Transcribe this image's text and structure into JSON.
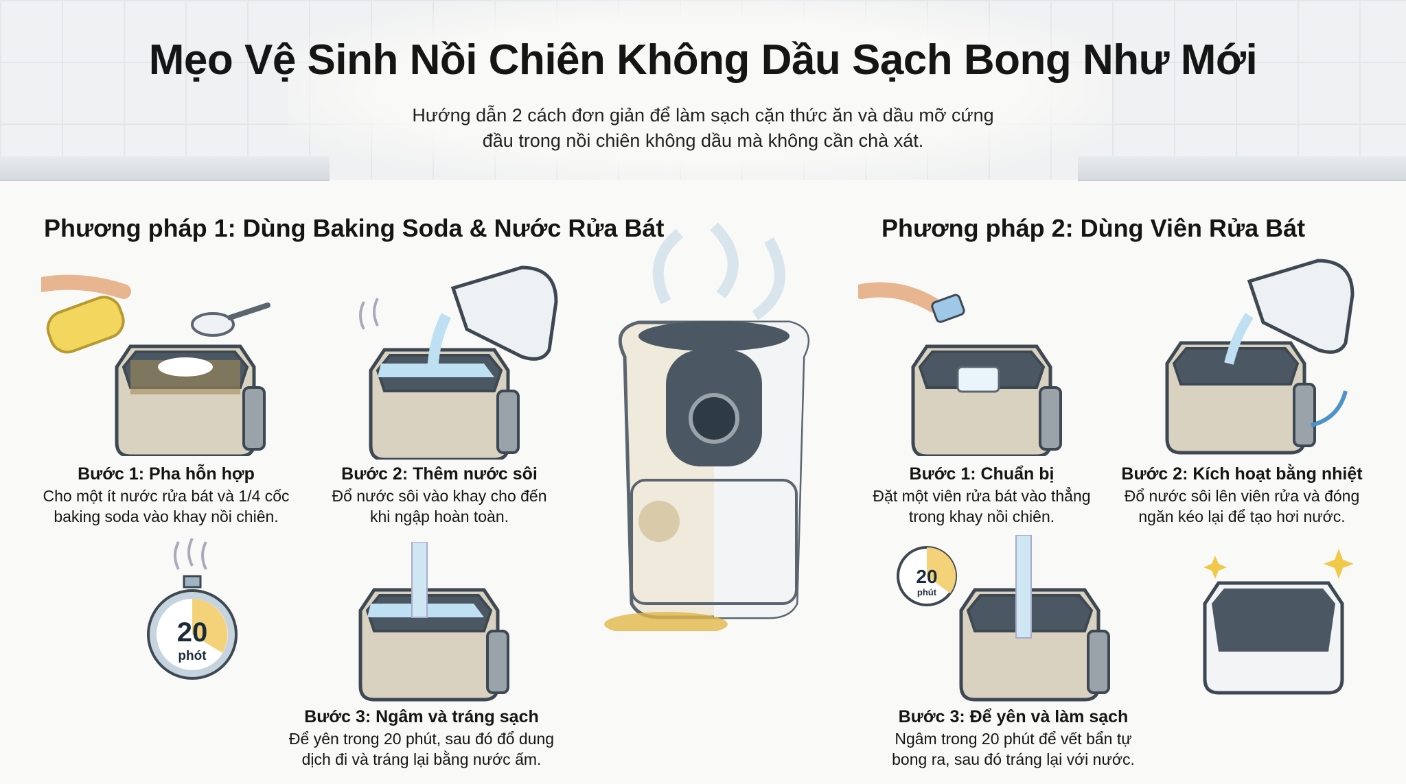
{
  "title": "Mẹo Vệ Sinh Nồi Chiên Không Dầu Sạch Bong Như Mới",
  "subtitle": [
    "Hướng dẫn 2 cách đơn giản để làm sạch cặn thức ăn và dầu mỡ cứng",
    "đầu trong nồi chiên không dầu mà không cần chà xát."
  ],
  "method1": {
    "heading": "Phương pháp 1: Dùng Baking Soda & Nước Rửa Bát",
    "steps": [
      {
        "title": "Bước 1: Pha hỗn hợp",
        "text": [
          "Cho một ít nước rửa bát và 1/4 cốc",
          "baking soda vào khay nồi chiên."
        ]
      },
      {
        "title": "Bước 2: Thêm nước sôi",
        "text": [
          "Đổ nước sôi vào khay cho đến",
          "khi ngập hoàn toàn."
        ]
      },
      {
        "title": "Bước 3: Ngâm và tráng sạch",
        "text": [
          "Để yên trong 20 phút, sau đó đổ dung",
          "dịch đi và tráng lại bằng nước ấm."
        ]
      }
    ],
    "timer": {
      "number": "20",
      "unit": "phót"
    }
  },
  "method2": {
    "heading": "Phương pháp 2: Dùng Viên Rửa Bát",
    "steps": [
      {
        "title": "Bước 1: Chuẩn bị",
        "text": [
          "Đặt một viên rửa bát vào thẳng",
          "trong khay nồi chiên."
        ]
      },
      {
        "title": "Bước 2: Kích hoạt bằng nhiệt",
        "text": [
          "Đổ nước sôi lên viên rửa và đóng",
          "ngăn kéo lại để tạo hơi nước."
        ]
      },
      {
        "title": "Bước 3: Để yên và làm sạch",
        "text": [
          "Ngâm trong 20 phút để vết bẩn tự",
          "bong ra, sau đó tráng lại với nước."
        ]
      }
    ],
    "timer": {
      "number": "20",
      "unit": "phút"
    }
  },
  "colors": {
    "grime": "#b89a5e",
    "water": "#bfe0f2",
    "basket": "#4b5863",
    "timer_fill": "#f3d27a",
    "sparkle": "#f0c94a"
  }
}
